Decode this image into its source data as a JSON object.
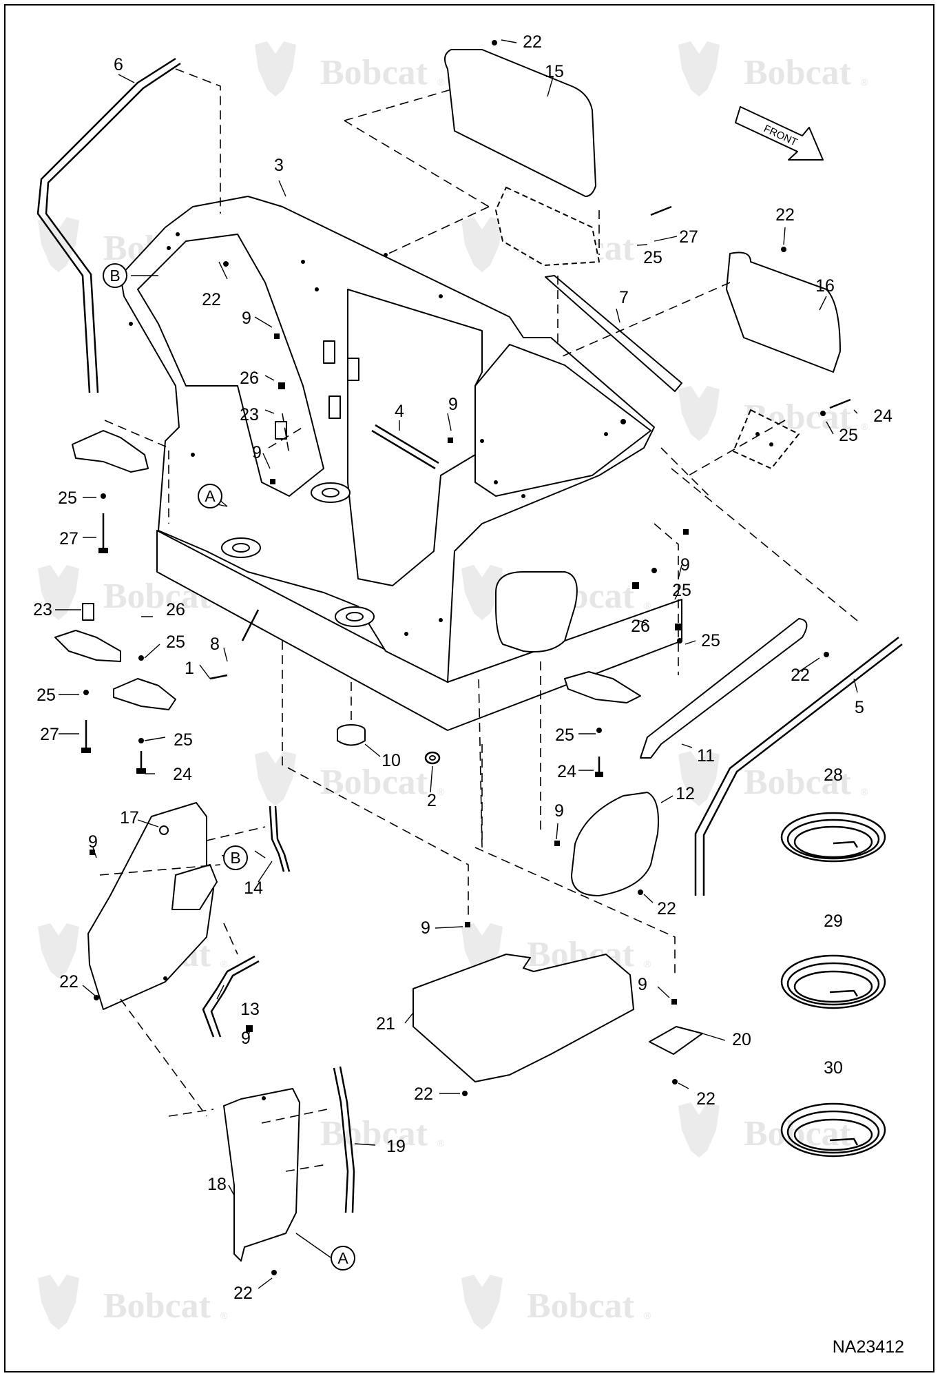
{
  "drawing_id": "NA23412",
  "front_arrow_label": "FRONT",
  "watermark": {
    "brand": "Bobcat",
    "reg_mark": "®"
  },
  "circle_labels": {
    "a": "A",
    "b": "B"
  },
  "callouts": {
    "p1": "1",
    "p2": "2",
    "p3": "3",
    "p4": "4",
    "p5": "5",
    "p6": "6",
    "p7": "7",
    "p8": "8",
    "p9": "9",
    "p10": "10",
    "p11": "11",
    "p12": "12",
    "p13": "13",
    "p14": "14",
    "p15": "15",
    "p16": "16",
    "p17": "17",
    "p18": "18",
    "p19": "19",
    "p20": "20",
    "p21": "21",
    "p22": "22",
    "p23": "23",
    "p24": "24",
    "p25": "25",
    "p26": "26",
    "p27": "27",
    "p28": "28",
    "p29": "29",
    "p30": "30"
  }
}
